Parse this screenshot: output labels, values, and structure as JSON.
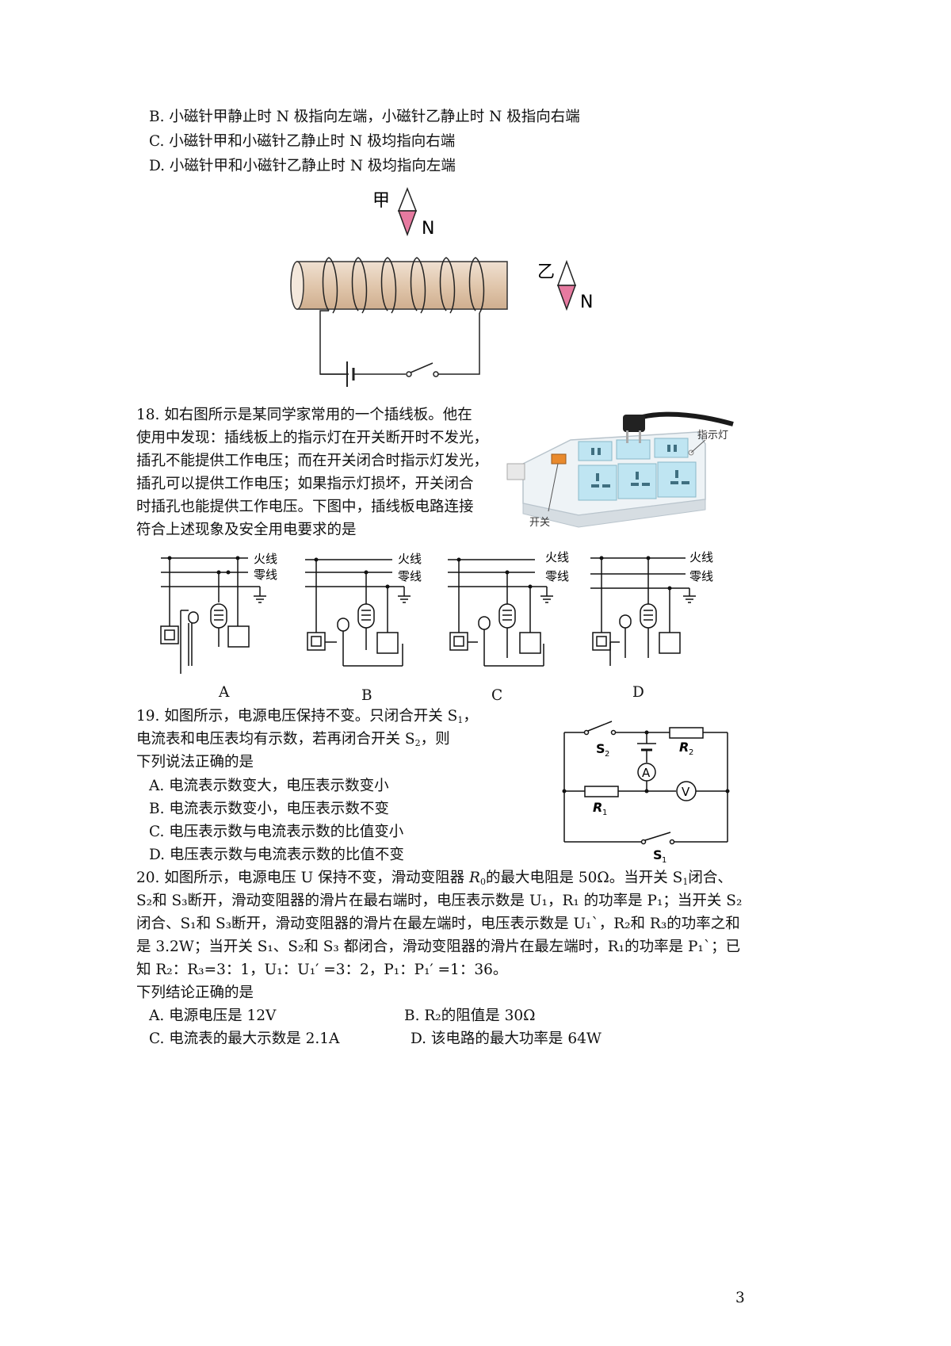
{
  "q17_options": {
    "B": "B.  小磁针甲静止时 N 极指向左端，小磁针乙静止时 N 极指向右端",
    "C": "C.  小磁针甲和小磁针乙静止时 N 极均指向右端",
    "D": "D.  小磁针甲和小磁针乙静止时 N 极均指向左端"
  },
  "fig17": {
    "jia": "甲",
    "yi": "乙",
    "n1": "N",
    "n2": "N"
  },
  "q18": {
    "lines": [
      "18.  如右图所示是某同学家常用的一个插线板。他在",
      "使用中发现：插线板上的指示灯在开关断开时不发光，",
      "插孔不能提供工作电压；而在开关闭合时指示灯发光，",
      "插孔可以提供工作电压；如果指示灯损坏，开关闭合",
      "时插孔也能提供工作电压。下图中，插线板电路连接",
      "符合上述现象及安全用电要求的是"
    ],
    "photo_labels": {
      "indicator": "指示灯",
      "switch": "开关"
    },
    "circuit_labels": {
      "live": "火线",
      "neutral": "零线"
    },
    "options": [
      "A",
      "B",
      "C",
      "D"
    ]
  },
  "q19": {
    "line1": "19.  如图所示，电源电压保持不变。只闭合开关 S",
    "line1_sub": "1",
    "line1_end": "，",
    "line2": "电流表和电压表均有示数，若再闭合开关 S",
    "line2_sub": "2",
    "line2_end": "，则",
    "line3": "下列说法正确的是",
    "options": {
      "A": "A.  电流表示数变大，电压表示数变小",
      "B": "B.  电流表示数变小，电压表示数不变",
      "C": "C.  电压表示数与电流表示数的比值变小",
      "D": "D.  电压表示数与电流表示数的比值不变"
    },
    "circuit": {
      "S2": "S",
      "S1": "S",
      "R2": "R",
      "R1": "R",
      "A": "A",
      "V": "V"
    }
  },
  "q20": {
    "l1a": "20.  如图所示，电源电压 U 保持不变，滑动变阻器 ",
    "l1b": "R",
    "l1c": "0",
    "l1d": "的最大电阻是 50Ω。当开关 S",
    "l1e": "1",
    "l1f": "闭合、",
    "l2": "S₂和 S₃断开，滑动变阻器的滑片在最右端时，电压表示数是 U₁，R₁ 的功率是 P₁；当开关 S₂",
    "l3": "闭合、S₁和 S₃断开，滑动变阻器的滑片在最左端时，电压表示数是 U₁`，R₂和 R₃的功率之和",
    "l4": "是 3.2W；当开关 S₁、S₂和 S₃ 都闭合，滑动变阻器的滑片在最左端时，R₁的功率是 P₁`；已",
    "l5": "知 R₂：R₃=3：1，U₁：U₁′ =3：2，P₁：P₁′ =1：36。",
    "l6": "下列结论正确的是",
    "options": {
      "A": "A.  电源电压是 12V",
      "B": "B.   R₂的阻值是 30Ω",
      "C": "C.  电流表的最大示数是 2.1A",
      "D": "D.  该电路的最大功率是 64W"
    }
  },
  "page_number": "3"
}
